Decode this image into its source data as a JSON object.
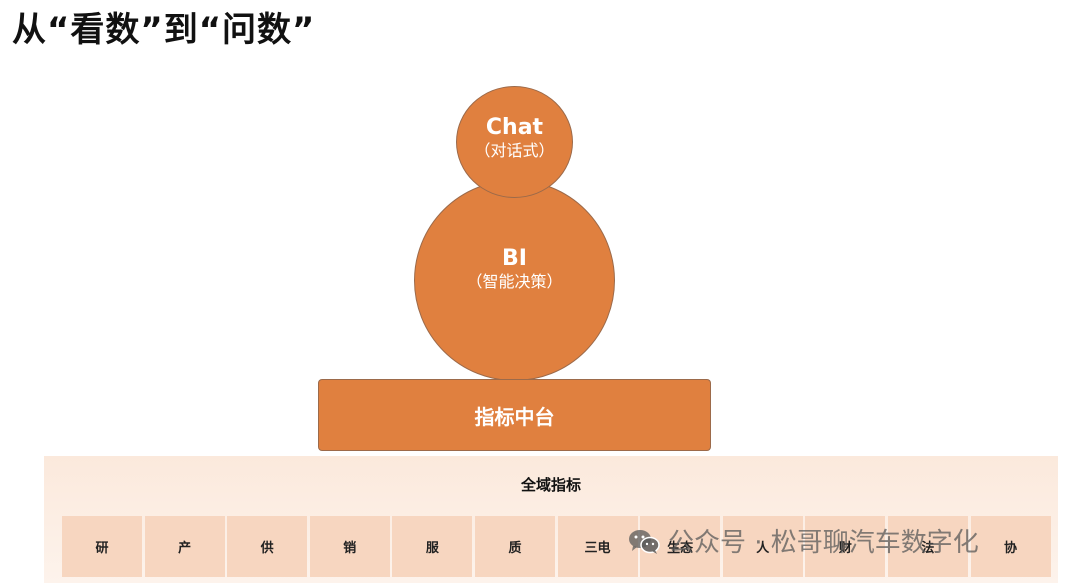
{
  "page": {
    "title": "从“看数”到“问数”"
  },
  "chat_circle": {
    "main": "Chat",
    "sub": "（对话式）"
  },
  "bi_circle": {
    "main": "BI",
    "sub": "（智能决策）"
  },
  "platform": {
    "label": "指标中台"
  },
  "panel": {
    "title": "全域指标",
    "cells": [
      "研",
      "产",
      "供",
      "销",
      "服",
      "质",
      "三电",
      "生态",
      "人",
      "财",
      "法",
      "协"
    ]
  },
  "watermark": {
    "icon": "wechat-icon",
    "text": "公众号 · 松哥聊汽车数字化"
  },
  "colors": {
    "accent": "#E0803F",
    "panel_background": "#FBE9DC",
    "cell_background": "#F7D6C0"
  }
}
